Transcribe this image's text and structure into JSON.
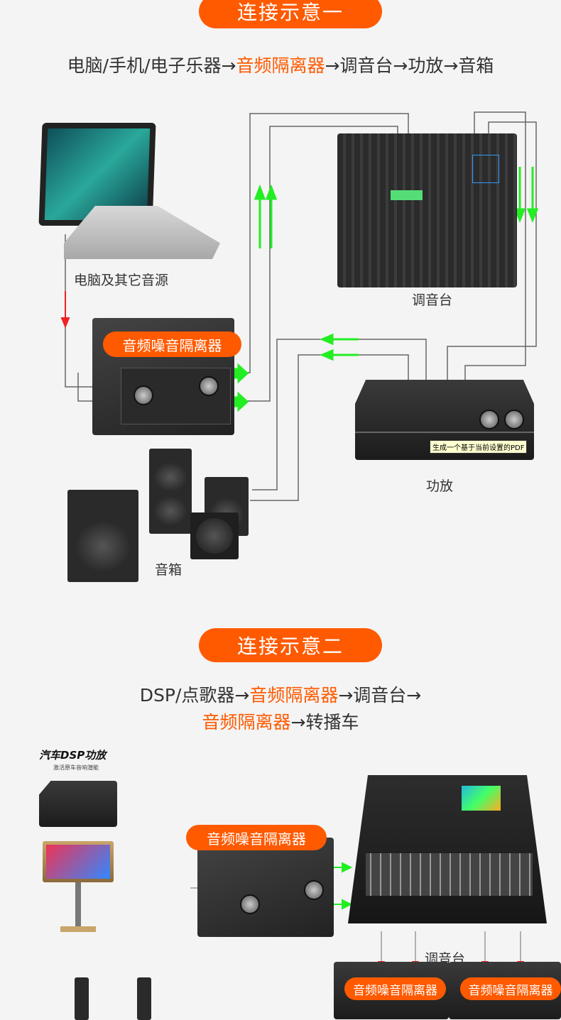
{
  "section1": {
    "title": "连接示意一",
    "flow": {
      "pre": "电脑/手机/电子乐器→",
      "highlight": "音频隔离器",
      "post": "→调音台→功放→音箱"
    },
    "labels": {
      "computer": "电脑及其它音源",
      "mixer": "调音台",
      "isolator": "音频噪音隔离器",
      "amp": "功放",
      "speakers": "音箱"
    },
    "tooltip": "生成一个基于当前设置的PDF"
  },
  "section2": {
    "title": "连接示意二",
    "flow_line1": {
      "pre": "DSP/点歌器→",
      "highlight": "音频隔离器",
      "post": "→调音台→"
    },
    "flow_line2": {
      "highlight": "音频隔离器",
      "post": "→转播车"
    },
    "car_dsp": {
      "title": "汽车DSP功放",
      "subtitle": "激活原车音响潜能"
    },
    "labels": {
      "isolator": "音频噪音隔离器",
      "mixer": "调音台",
      "isolator_b": "音频噪音隔离器",
      "isolator_c": "音频噪音隔离器"
    }
  },
  "colors": {
    "accent": "#ff5a00",
    "signal_out": "#22ee22",
    "signal_in": "#ee2222",
    "background": "#f4f4f4"
  }
}
